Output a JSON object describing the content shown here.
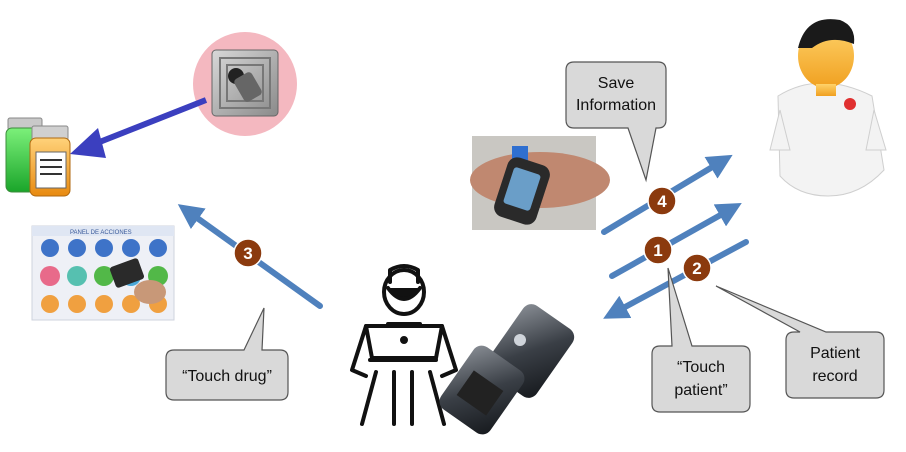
{
  "callouts": {
    "save_information": [
      "Save",
      "Information"
    ],
    "touch_drug": [
      "“Touch drug”"
    ],
    "touch_patient": [
      "“Touch",
      "patient”"
    ],
    "patient_record": [
      "Patient",
      "record"
    ]
  },
  "steps": {
    "one": "1",
    "two": "2",
    "three": "3",
    "four": "4"
  },
  "icons": {
    "patient": "patient-figure-icon",
    "nurse": "nurse-figure-icon",
    "phone": "flip-phone-icon",
    "wristband": "nfc-wristband-photo",
    "drugs": "medicine-bottles-icon",
    "tag": "rfid-tag-icon",
    "panel": "action-panel-photo"
  },
  "colors": {
    "arrow_blue": "#4f81bd",
    "step_brown": "#8b3a0e",
    "callout_fill": "#d9d9d9",
    "tag_circle": "#f4b8c0",
    "drug_arrow": "#3b3fbf"
  }
}
